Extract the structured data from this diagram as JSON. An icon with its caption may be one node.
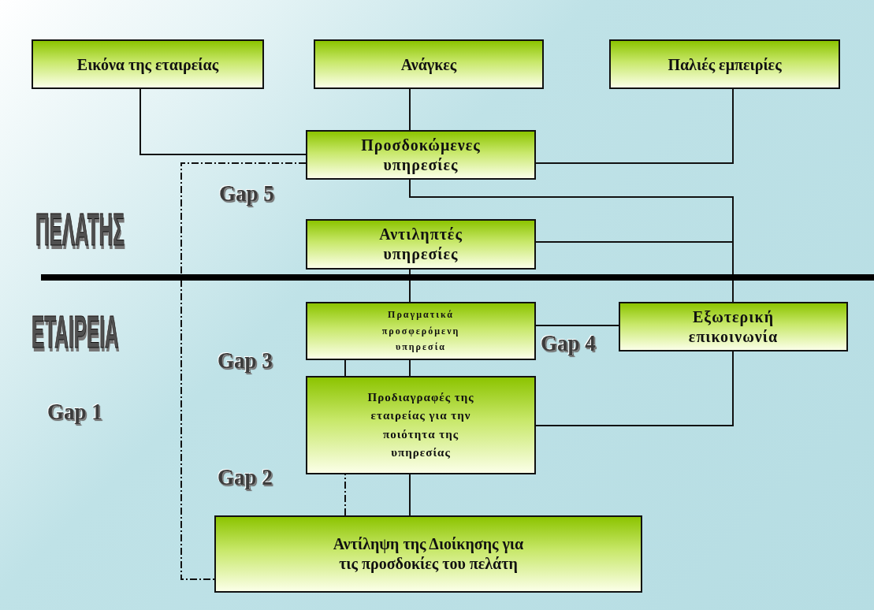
{
  "diagram": {
    "nodes": [
      {
        "text": [
          "Εικόνα της εταιρείας"
        ]
      },
      {
        "text": [
          "Ανάγκες"
        ]
      },
      {
        "text": [
          "Παλιές εμπειρίες"
        ]
      },
      {
        "text": [
          "Προσδοκώμενες υπηρεσίες"
        ]
      },
      {
        "text": [
          "Αντιληπτές υπηρεσίες"
        ]
      },
      {
        "text": [
          "Πραγματικά προσφερόμενη υπηρεσία"
        ]
      },
      {
        "text": [
          "Εξωτερική επικοινωνία"
        ]
      },
      {
        "text": [
          "Προδιαγραφές της εταιρείας για την ποιότητα της υπηρεσίας"
        ]
      },
      {
        "text": [
          "Αντίληψη της Διοίκησης για τις προσδοκίες του πελάτη"
        ]
      }
    ],
    "edges": [
      {
        "from": 0,
        "to": 3,
        "arrow": "none"
      },
      {
        "from": 1,
        "to": 3,
        "arrow": "none"
      },
      {
        "from": 2,
        "to": 3,
        "arrow": "none"
      },
      {
        "from": 6,
        "to": 3,
        "arrow": "none"
      },
      {
        "from": 4,
        "to": 6,
        "arrow": "none"
      },
      {
        "from": 4,
        "to": 5,
        "arrow": "none"
      },
      {
        "from": 5,
        "to": 6,
        "arrow": "none"
      },
      {
        "from": 7,
        "to": 6,
        "arrow": "none"
      },
      {
        "from": 5,
        "to": 7,
        "arrow": "none"
      },
      {
        "from": 5,
        "to": 7,
        "arrow": "none"
      },
      {
        "from": 8,
        "to": 7,
        "arrow": "none",
        "style": "dashed"
      },
      {
        "from": 8,
        "to": 7,
        "arrow": "none"
      },
      {
        "from": 3,
        "to": 8,
        "arrow": "none",
        "style": "dashed"
      }
    ],
    "labels": [
      "Gap 5",
      "ΠΕΛΑΤΗΣ",
      "ΕΤΑΙΡΕΙΑ",
      "Gap 4",
      "Gap 3",
      "Gap 1",
      "Gap 2"
    ]
  }
}
